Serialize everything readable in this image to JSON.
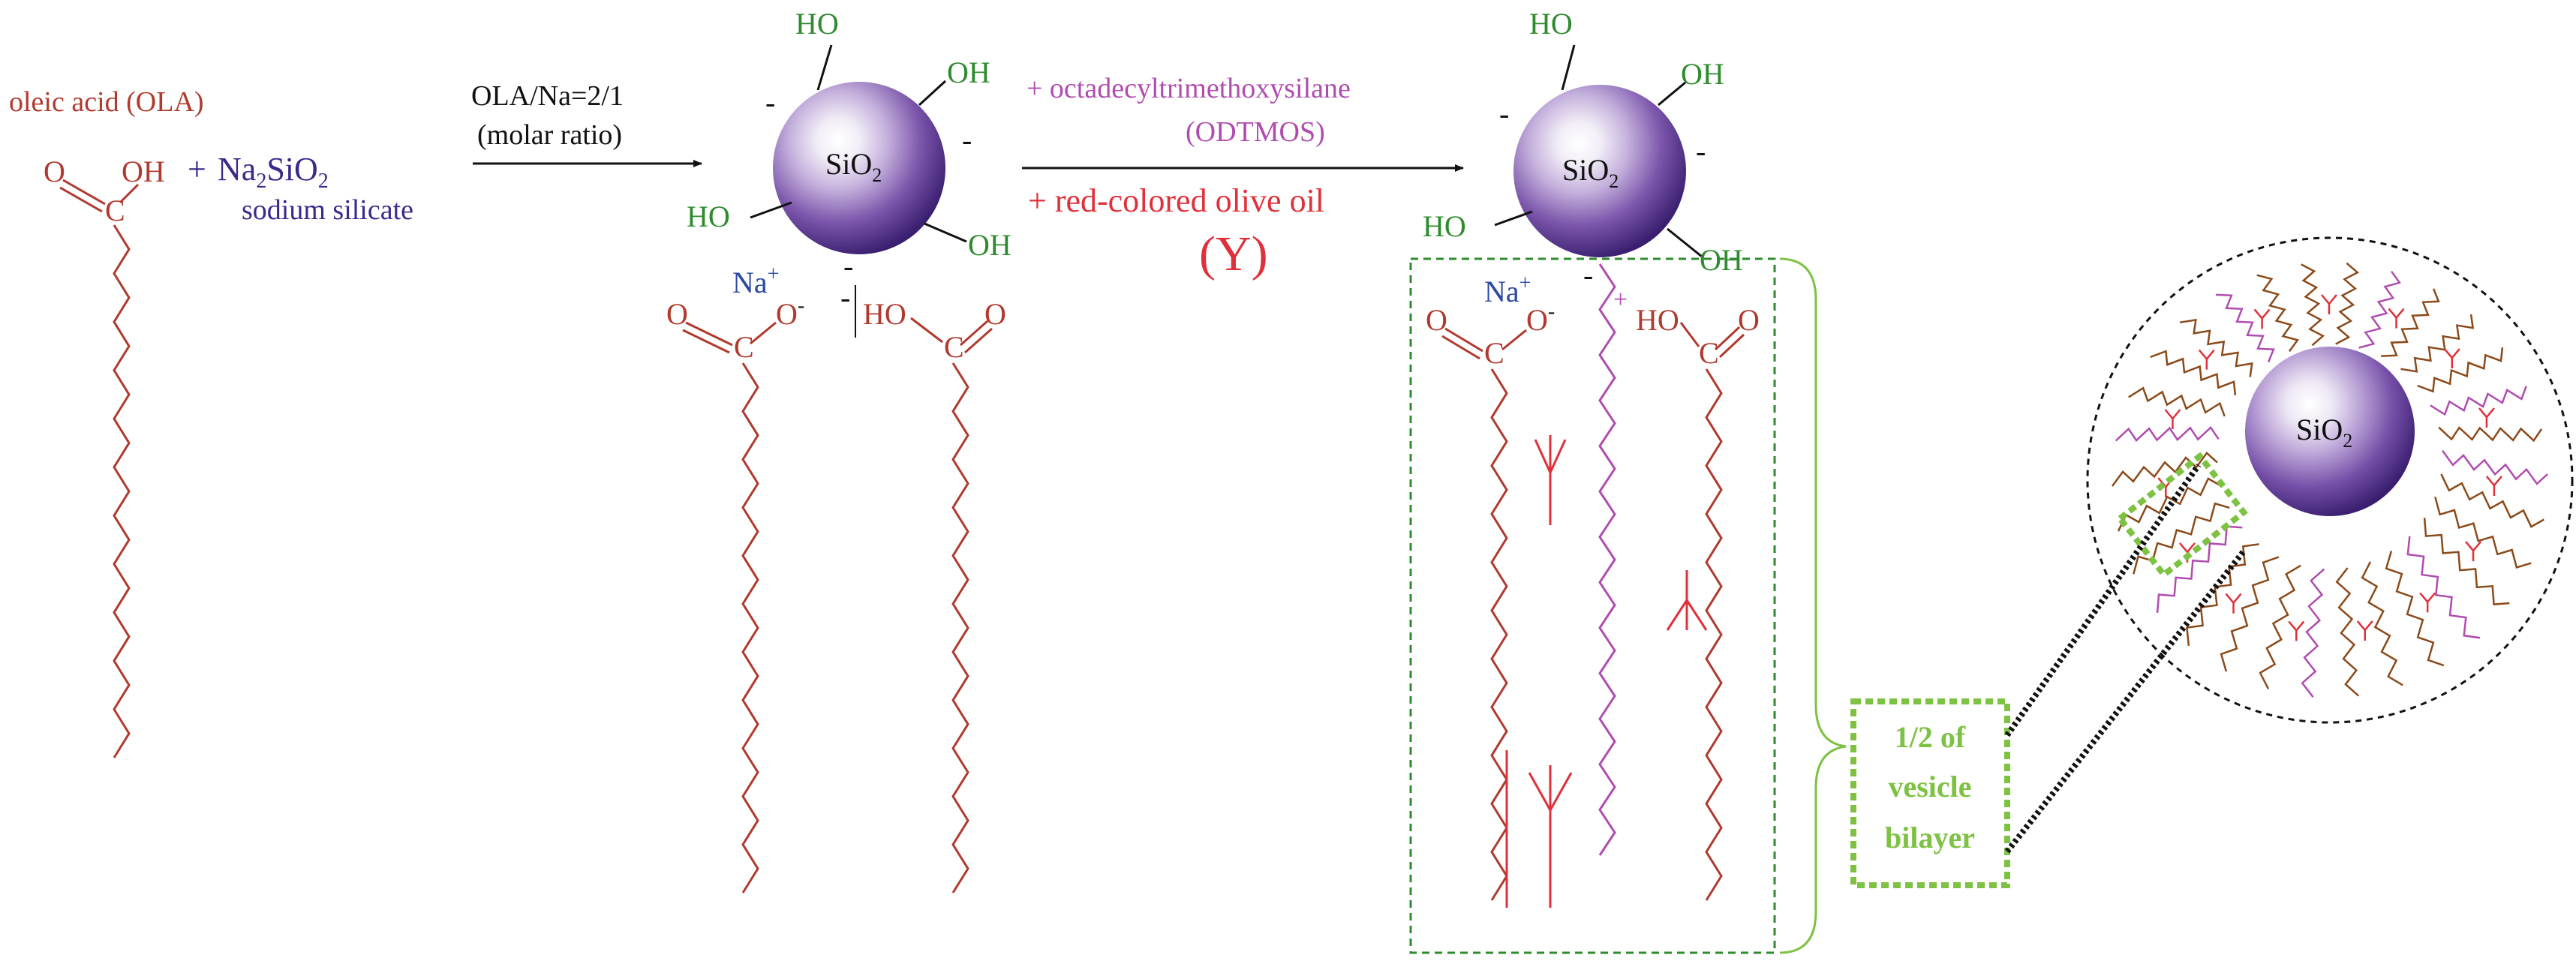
{
  "colors": {
    "acid": "#b03a2e",
    "silicate": "#3a2a8c",
    "hydroxyl": "#2e8b2e",
    "sodium": "#2a4aa0",
    "odtmos": "#b04cb0",
    "oil": "#e0303a",
    "chain_tail": "#e07820",
    "frame_green": "#7dc242",
    "particle": "#5a3592",
    "wavy_brown": "#8b4a1a"
  },
  "reactants": {
    "oleic_acid_label": "oleic acid (OLA)",
    "oleic_o": "O",
    "oleic_oh": "OH",
    "oleic_c": "C",
    "plus": "+",
    "silicate_formula": {
      "prefix": "Na",
      "sub1": "2",
      "mid": "SiO",
      "sub2": "2"
    },
    "silicate_name": "sodium silicate"
  },
  "step1": {
    "line1": "OLA/Na=2/1",
    "line2": "(molar ratio)"
  },
  "step2": {
    "line1": "+ octadecyltrimethoxysilane",
    "line2": "(ODTMOS)",
    "line3": "+ red-colored olive oil",
    "oil_symbol": "(Y)"
  },
  "particle": {
    "core": "SiO",
    "core_sub": "2",
    "hydroxyl": "HO",
    "hydroxyl_alt": "OH",
    "charge_minus": "-",
    "sodium": "Na",
    "charge_plus": "+"
  },
  "intermediate": {
    "carboxylate_o": "O",
    "carboxylate_ominus": "O",
    "acid_ho": "HO",
    "acid_o": "O",
    "acid_c": "C"
  },
  "vesicle": {
    "label_line1": "1/2 of",
    "label_line2": "vesicle",
    "label_line3": "bilayer"
  }
}
